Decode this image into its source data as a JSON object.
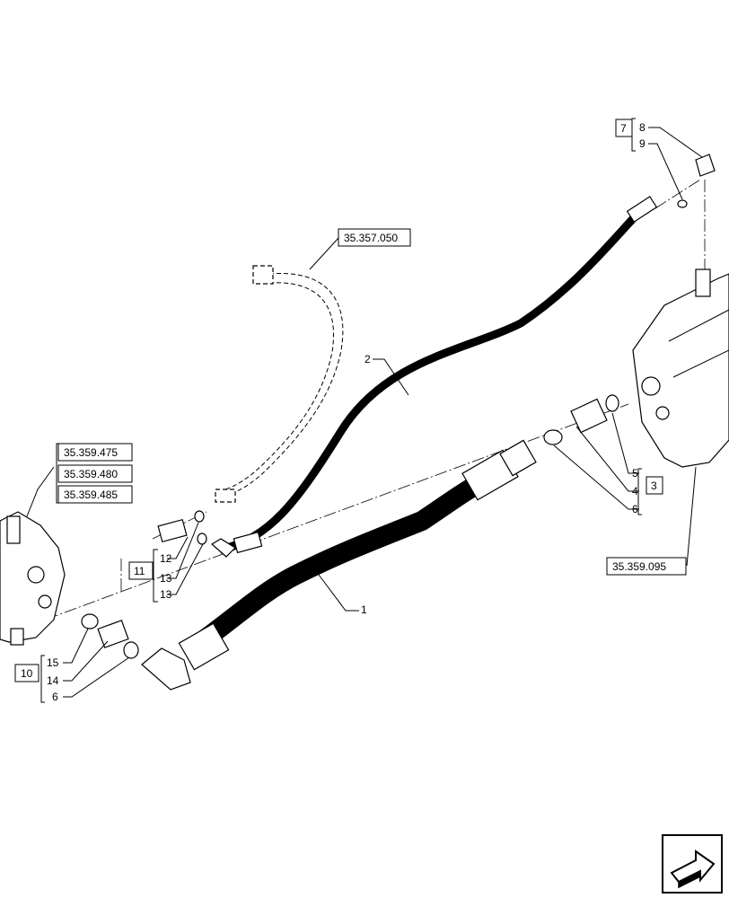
{
  "refs": {
    "ref_35_357_050": "35.357.050",
    "ref_35_359_475": "35.359.475",
    "ref_35_359_480": "35.359.480",
    "ref_35_359_485": "35.359.485",
    "ref_35_359_095": "35.359.095"
  },
  "groups": {
    "g3": "3",
    "g7": "7",
    "g10": "10",
    "g11": "11"
  },
  "callouts": {
    "c1": "1",
    "c2": "2",
    "c4": "4",
    "c5": "5",
    "c6_right": "6",
    "c6_left": "6",
    "c8": "8",
    "c9": "9",
    "c12": "12",
    "c13_a": "13",
    "c13_b": "13",
    "c14": "14",
    "c15": "15"
  },
  "nav_icon": "next-page-arrow-icon"
}
